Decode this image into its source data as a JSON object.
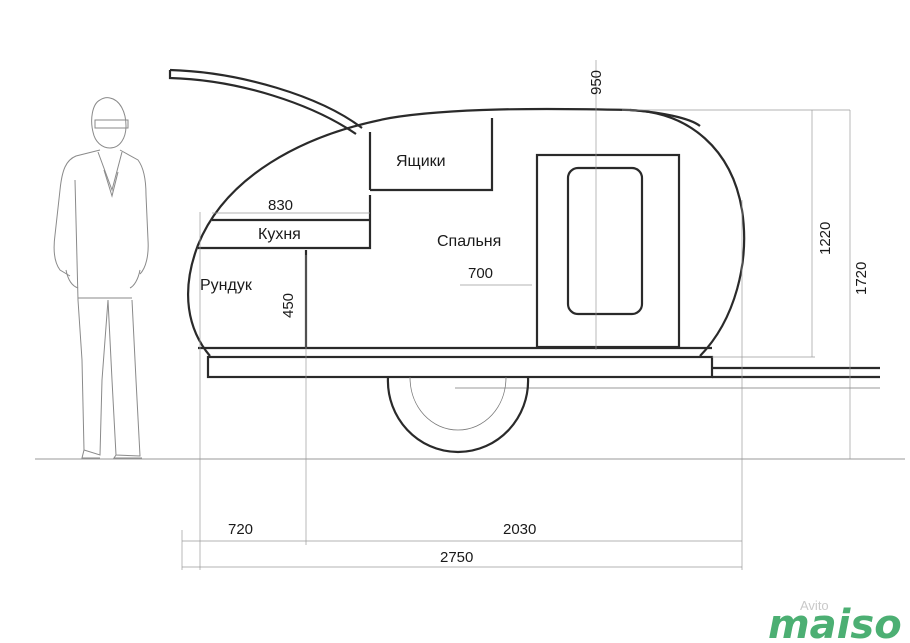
{
  "labels": {
    "drawers": "Ящики",
    "kitchen": "Кухня",
    "bedroom": "Спальня",
    "chest": "Рундук"
  },
  "dimensions": {
    "kitchen_width": "830",
    "bedroom_width": "700",
    "chest_height": "450",
    "door_height": "950",
    "body_height": "1220",
    "total_height": "1720",
    "front_length": "720",
    "body_length": "2030",
    "total_length": "2750"
  },
  "watermark": {
    "brand": "maiso",
    "source": "Avito"
  },
  "colors": {
    "line": "#2a2a2a",
    "dimension_line": "#777777",
    "watermark": "#4caf73"
  }
}
